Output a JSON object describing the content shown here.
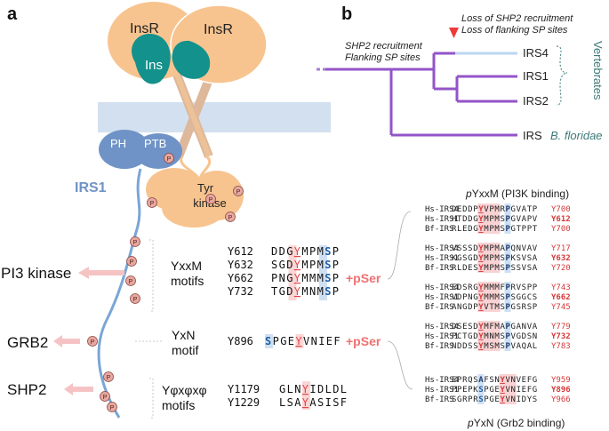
{
  "panel_a": {
    "label": "a",
    "receptor": {
      "left": "InsR",
      "right": "InsR",
      "ligand": "Ins"
    },
    "domains": {
      "ph": "PH",
      "ptb": "PTB",
      "kinase_line1": "Tyr",
      "kinase_line2": "kinase",
      "phospho": "P"
    },
    "protein": "IRS1",
    "effectors": {
      "pi3k": "PI3 kinase",
      "grb2": "GRB2",
      "shp2": "SHP2"
    },
    "motifs": {
      "pi3k_line1": "YxxM",
      "pi3k_line2": "motifs",
      "grb2_line1": "YxN",
      "grb2_line2": "motif",
      "shp2_line1": "Yφxφxφ",
      "shp2_line2": "motifs"
    },
    "sites": {
      "yxxm": [
        {
          "pos": "Y612",
          "seq": "DDGYMPMSP"
        },
        {
          "pos": "Y632",
          "seq": "SGDYMPMSP"
        },
        {
          "pos": "Y662",
          "seq": "PNGYMMMSP"
        },
        {
          "pos": "Y732",
          "seq": "TGDYMNMSP"
        }
      ],
      "yxn": [
        {
          "pos": "Y896",
          "seq": "SPGEYVNIEF"
        }
      ],
      "shp2": [
        {
          "pos": "Y1179",
          "seq": "GLNYIDLDL"
        },
        {
          "pos": "Y1229",
          "seq": "LSAYASISF"
        }
      ]
    },
    "pser_label": "+pSer"
  },
  "panel_b": {
    "label": "b",
    "annotation_line1": "Loss of SHP2 recruitment",
    "annotation_line2": "Loss of flanking SP sites",
    "root_line1": "SHP2 recruitment",
    "root_line2": "Flanking SP sites",
    "leaves": [
      "IRS4",
      "IRS1",
      "IRS2",
      "IRS"
    ],
    "species_label": "B. floridae",
    "clade_label": "Vertebrates",
    "pyxxm_title": "pYxxM (PI3K binding)",
    "pyxn_title": "pYxN (Grb2 binding)",
    "alignments": [
      {
        "rows": [
          {
            "name": "Hs-IRS4",
            "seq": "DEDDPYVPMRPGVATP",
            "site": "Y700",
            "bold": false
          },
          {
            "name": "Hs-IRS1",
            "seq": "HTDDGYMPMSPGVAPV",
            "site": "Y612",
            "bold": true
          },
          {
            "name": "Bf-IRS",
            "seq": "RLEDGYMPMSPGTPPT",
            "site": "Y700",
            "bold": false
          }
        ]
      },
      {
        "rows": [
          {
            "name": "Hs-IRS4",
            "seq": "VSSSDYMPMAPQNVAV",
            "site": "Y717",
            "bold": false
          },
          {
            "name": "Hs-IRS1",
            "seq": "KGSGDYMPMSPKSVSA",
            "site": "Y632",
            "bold": true
          },
          {
            "name": "Bf-IRS",
            "seq": "RLDESYMPMSPSSVSA",
            "site": "Y720",
            "bold": false
          }
        ]
      },
      {
        "rows": [
          {
            "name": "Hs-IRS4",
            "seq": "EDSRGYMMMFPRVSPP",
            "site": "Y743",
            "bold": false
          },
          {
            "name": "Hs-IRS1",
            "seq": "VDPNGYMMMSPSGGCS",
            "site": "Y662",
            "bold": true
          },
          {
            "name": "Bf-IRS",
            "seq": "ANGDPYVTMSPGSRSP",
            "site": "Y745",
            "bold": false
          }
        ]
      },
      {
        "rows": [
          {
            "name": "Hs-IRS4",
            "seq": "DSESDYMFMAPGANVA",
            "site": "Y779",
            "bold": false
          },
          {
            "name": "Hs-IRS1",
            "seq": "PCTGDYMNMSPVGDSN",
            "site": "Y732",
            "bold": true
          },
          {
            "name": "Bf-IRS",
            "seq": "NDDSSYMSMSPVAQAL",
            "site": "Y783",
            "bold": false
          }
        ]
      },
      {
        "rows": [
          {
            "name": "Hs-IRS4",
            "seq": "EPRQSAFSNYVNVEFG",
            "site": "Y959",
            "bold": false
          },
          {
            "name": "Hs-IRS1",
            "seq": "PPEPKSPGEYVNIEFG",
            "site": "Y896",
            "bold": true
          },
          {
            "name": "Bf-IRS",
            "seq": "SGRPRSPGEYVNIDYS",
            "site": "Y966",
            "bold": false
          }
        ]
      }
    ]
  }
}
